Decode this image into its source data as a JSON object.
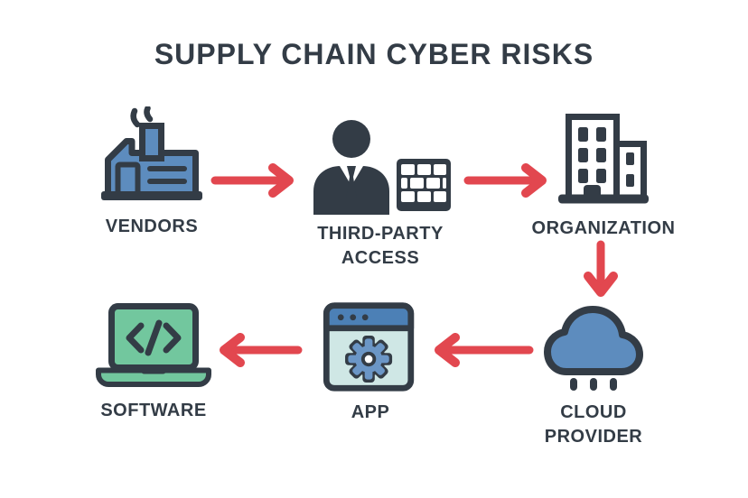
{
  "title": "SUPPLY CHAIN CYBER RISKS",
  "colors": {
    "dark": "#333C46",
    "blue": "#5D8CBE",
    "light-blue": "#6B96C6",
    "titlebar-blue": "#4C80B6",
    "green": "#72C79E",
    "cyan": "#CFE7E5",
    "red": "#E2474F",
    "white": "#FFFFFF"
  },
  "nodes": {
    "vendors": {
      "label": "VENDORS",
      "icon": "factory-icon"
    },
    "third_party": {
      "label": "THIRD-PARTY\nACCESS",
      "icon": "person-firewall-icon"
    },
    "organization": {
      "label": "ORGANIZATION",
      "icon": "building-icon"
    },
    "cloud": {
      "label": "CLOUD\nPROVIDER",
      "icon": "cloud-rain-icon"
    },
    "app": {
      "label": "APP",
      "icon": "app-window-gear-icon"
    },
    "software": {
      "label": "SOFTWARE",
      "icon": "laptop-code-icon"
    }
  },
  "arrows": [
    {
      "from": "vendors",
      "to": "third_party",
      "direction": "right"
    },
    {
      "from": "third_party",
      "to": "organization",
      "direction": "right"
    },
    {
      "from": "organization",
      "to": "cloud",
      "direction": "down"
    },
    {
      "from": "cloud",
      "to": "app",
      "direction": "left"
    },
    {
      "from": "app",
      "to": "software",
      "direction": "left"
    }
  ]
}
